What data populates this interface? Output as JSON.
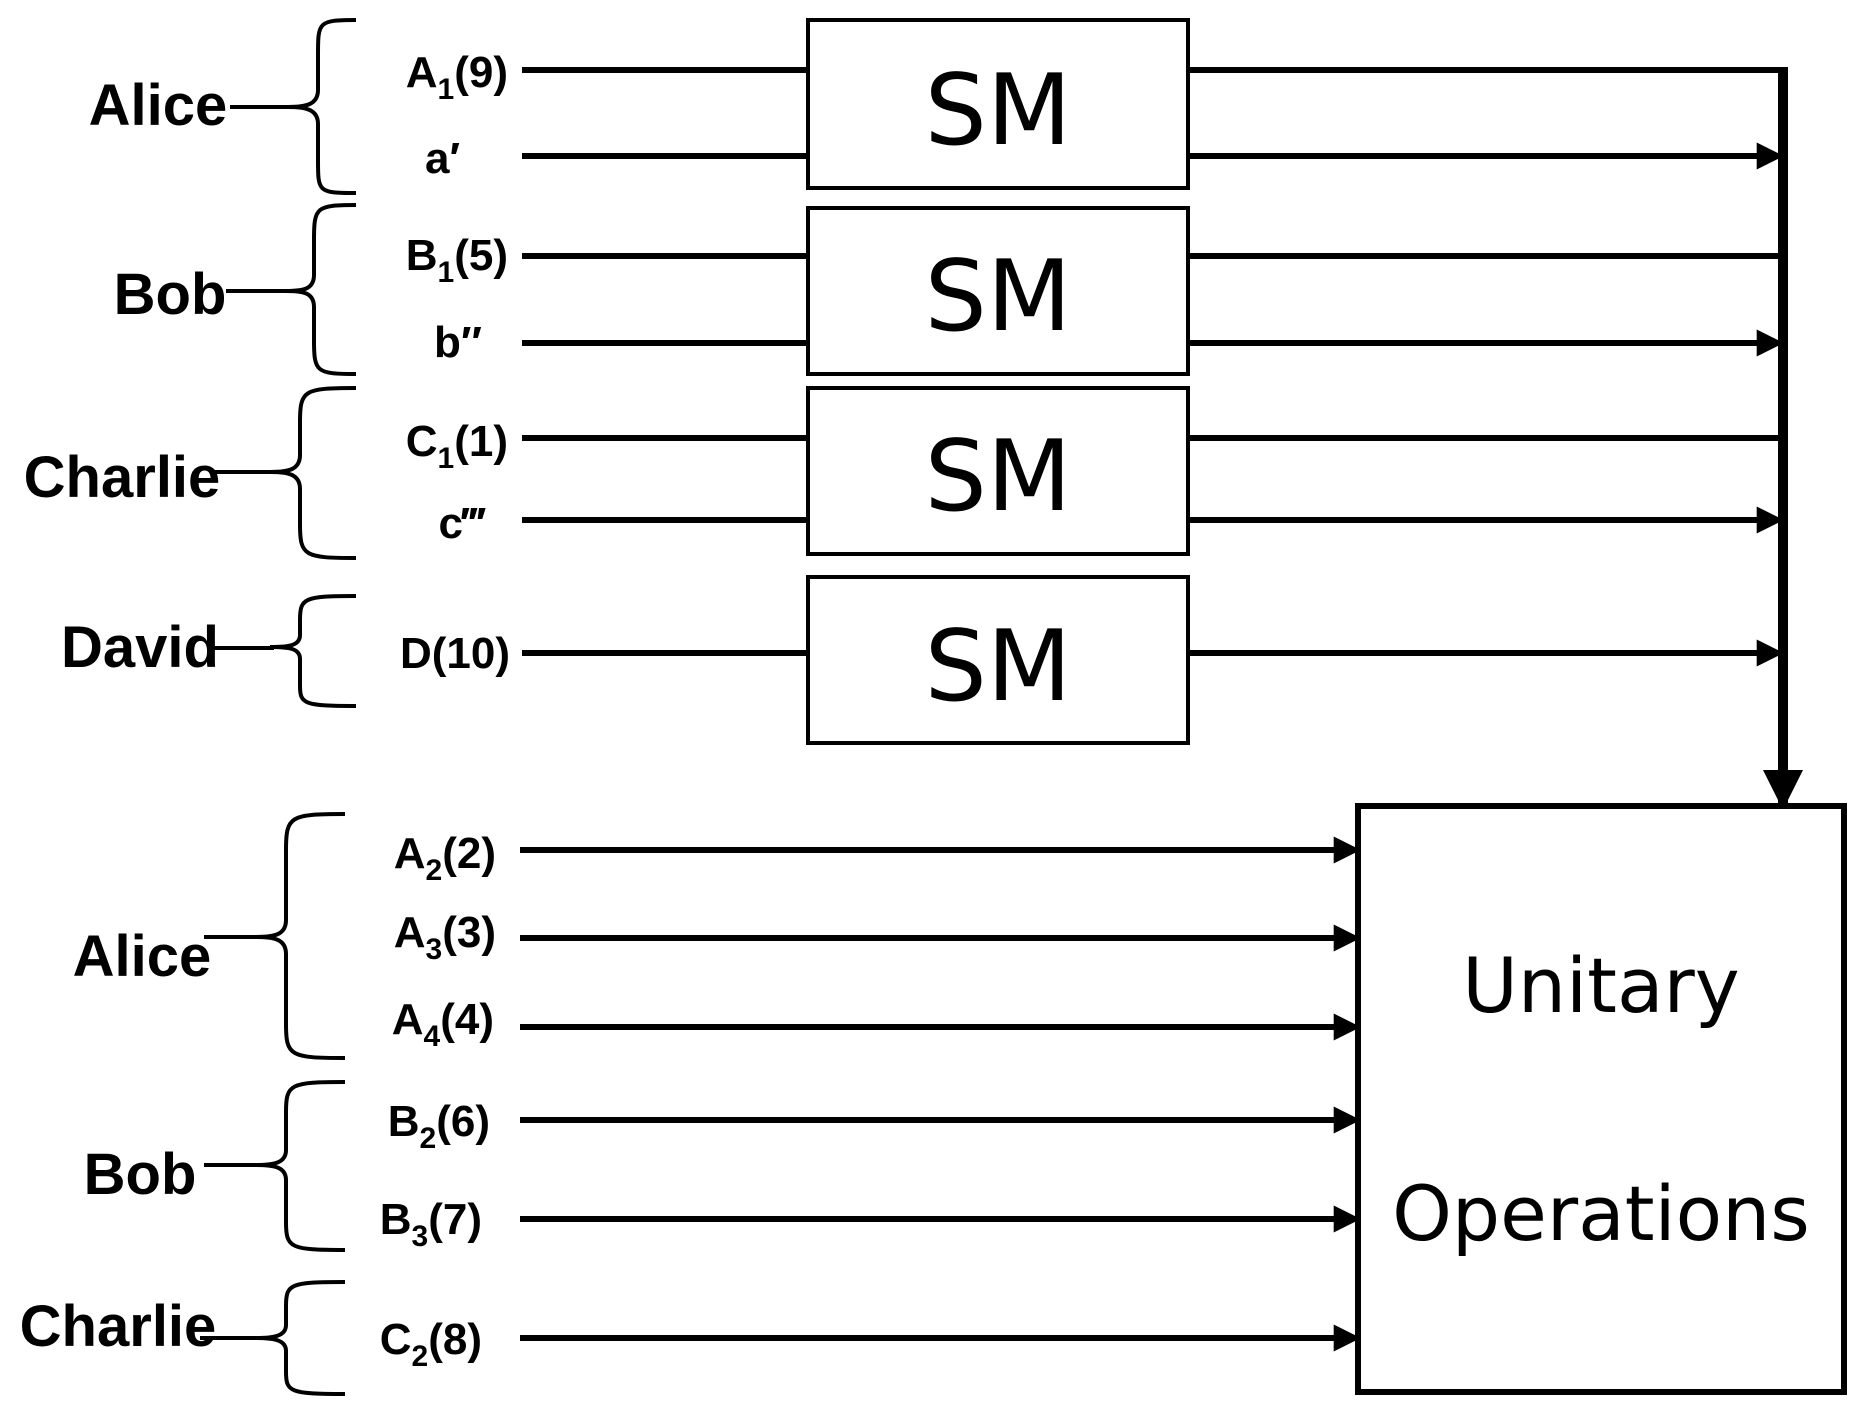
{
  "sm_boxes": [
    {
      "label": "SM"
    },
    {
      "label": "SM"
    },
    {
      "label": "SM"
    },
    {
      "label": "SM"
    }
  ],
  "unitary_box": {
    "line1": "Unitary",
    "line2": "Operations"
  },
  "top_groups": [
    {
      "party": "Alice",
      "qubits": [
        {
          "main": "A",
          "sub": "1",
          "rest": "(9)"
        },
        {
          "main": "a′",
          "sub": "",
          "rest": ""
        }
      ]
    },
    {
      "party": "Bob",
      "qubits": [
        {
          "main": "B",
          "sub": "1",
          "rest": "(5)"
        },
        {
          "main": "b″",
          "sub": "",
          "rest": ""
        }
      ]
    },
    {
      "party": "Charlie",
      "qubits": [
        {
          "main": "C",
          "sub": "1",
          "rest": "(1)"
        },
        {
          "main": "c‴",
          "sub": "",
          "rest": ""
        }
      ]
    },
    {
      "party": "David",
      "qubits": [
        {
          "main": "D(10)",
          "sub": "",
          "rest": ""
        }
      ]
    }
  ],
  "bottom_groups": [
    {
      "party": "Alice",
      "qubits": [
        {
          "main": "A",
          "sub": "2",
          "rest": "(2)"
        },
        {
          "main": "A",
          "sub": "3",
          "rest": "(3)"
        },
        {
          "main": "A",
          "sub": "4",
          "rest": "(4)"
        }
      ]
    },
    {
      "party": "Bob",
      "qubits": [
        {
          "main": "B",
          "sub": "2",
          "rest": "(6)"
        },
        {
          "main": "B",
          "sub": "3",
          "rest": "(7)"
        }
      ]
    },
    {
      "party": "Charlie",
      "qubits": [
        {
          "main": "C",
          "sub": "2",
          "rest": "(8)"
        }
      ]
    }
  ]
}
